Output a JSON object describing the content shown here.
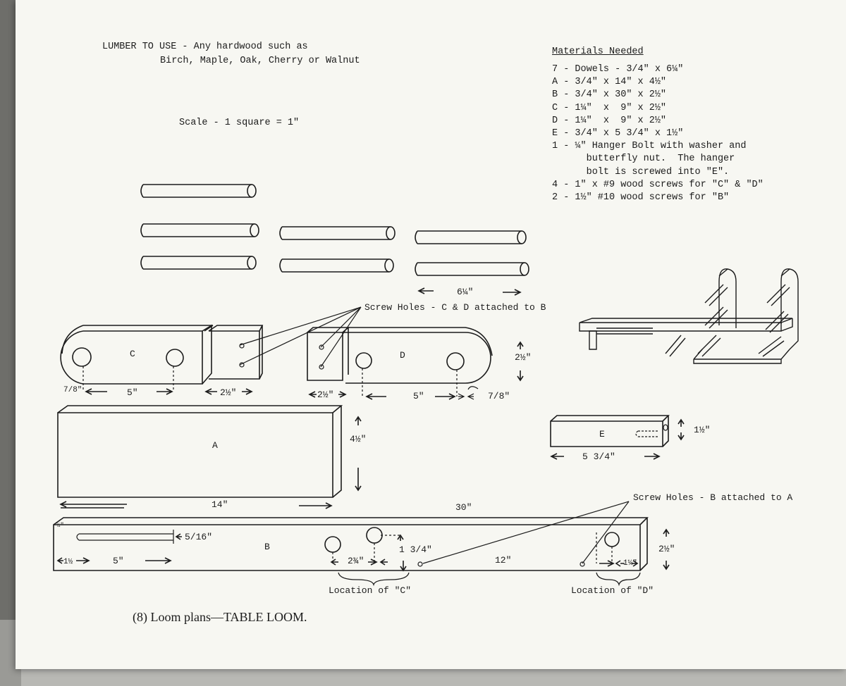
{
  "lumber": {
    "line1": "LUMBER TO USE - Any hardwood such as",
    "line2": "Birch, Maple, Oak, Cherry or Walnut"
  },
  "scale": "Scale - 1 square = 1\"",
  "materials": {
    "title": "Materials Needed",
    "items": [
      "7 - Dowels - 3/4\" x 6¼\"",
      "A - 3/4\" x 14\" x 4½\"",
      "B - 3/4\" x 30\" x 2½\"",
      "C - 1¼\"  x  9\" x 2½\"",
      "D - 1¼\"  x  9\" x 2½\"",
      "E - 3/4\" x 5 3/4\" x 1½\"",
      "1 - ¼\" Hanger Bolt with washer and",
      "      butterfly nut.  The hanger",
      "      bolt is screwed into \"E\".",
      "4 - 1\" x #9 wood screws for \"C\" & \"D\"",
      "2 - 1½\" #10 wood screws for \"B\""
    ]
  },
  "labels": {
    "dowel_len": "6¼\"",
    "screw_holes_cd": "Screw Holes - C & D attached to B",
    "part_c": "C",
    "part_d": "D",
    "part_a": "A",
    "part_b": "B",
    "part_e": "E",
    "c_left": "7/8\"",
    "c_5": "5\"",
    "c_2half": "2½\"",
    "d_2half": "2½\"",
    "d_5": "5\"",
    "d_78": "7/8\"",
    "d_height": "2½\"",
    "a_height": "4½\"",
    "a_14": "14\"",
    "e_height": "1½\"",
    "e_len": "5 3/4\"",
    "b_30": "30\"",
    "screw_holes_ba": "Screw Holes - B attached to A",
    "b_516": "5/16\"",
    "b_1half": "1½",
    "b_5": "5\"",
    "b_234": "2¾\"",
    "b_134": "1 3/4\"",
    "b_12": "12\"",
    "b_1quarter": "1¼\"",
    "b_height": "2½\"",
    "b_small": "½\"",
    "loc_c": "Location of \"C\"",
    "loc_d": "Location of \"D\""
  },
  "caption": "(8) Loom plans—TABLE LOOM.",
  "colors": {
    "paper": "#f7f7f2",
    "ink": "#1c1c1c",
    "background": "#b8b8b4"
  }
}
